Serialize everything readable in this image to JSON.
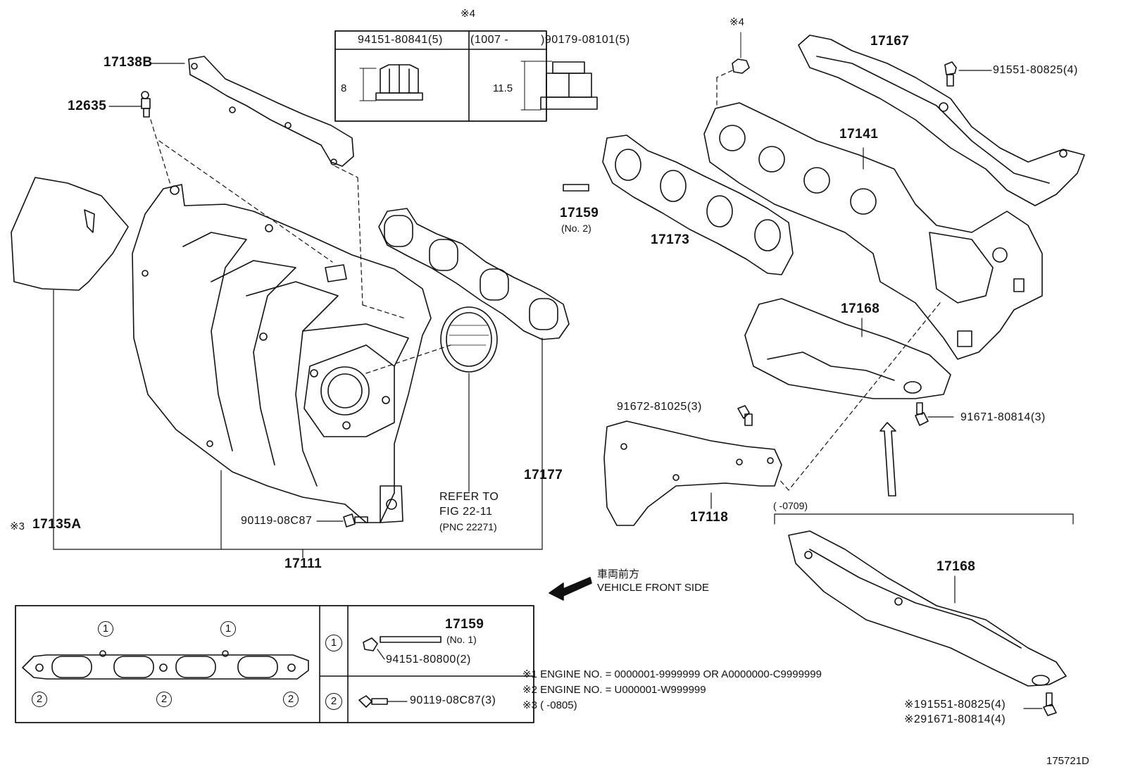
{
  "top_note_marker": "※4",
  "nut_table": {
    "col1_header": "94151-80841(5)",
    "col2_header_range": "(1007 -",
    "col2_header_part": ")90179-08101(5)",
    "dim1": "8",
    "dim2": "11.5"
  },
  "labels": {
    "p17138B": "17138B",
    "p12635": "12635",
    "p17135A_note": "※3",
    "p17135A": "17135A",
    "p17111": "17111",
    "p90119_08C87": "90119-08C87",
    "refer_line1": "REFER TO",
    "refer_line2": "FIG 22-11",
    "refer_line3": "(PNC 22271)",
    "p17177": "17177",
    "nut_marker": "※4",
    "p17167": "17167",
    "p91551_80825_4": "91551-80825(4)",
    "p17141": "17141",
    "p17159": "17159",
    "p17159_sub": "(No. 2)",
    "p17173": "17173",
    "p17168_a": "17168",
    "p91672_81025_3": "91672-81025(3)",
    "p91671_80814_3": "91671-80814(3)",
    "p17118": "17118",
    "date_range": "(     -0709)",
    "p17168_b": "17168",
    "front_jp": "車両前方",
    "front_en": "VEHICLE FRONT SIDE",
    "note1": "※1 ENGINE NO. = 0000001-9999999 OR A0000000-C9999999",
    "note2": "※2 ENGINE NO. = U000001-W999999",
    "note3": "※3 (        -0805)",
    "bolt_a": "※191551-80825(4)",
    "bolt_b": "※291671-80814(4)",
    "fig_id": "175721D"
  },
  "gasket_box": {
    "marker1": "1",
    "marker2": "2",
    "row1_part": "17159",
    "row1_sub": "(No. 1)",
    "row1_nut": "94151-80800(2)",
    "row2_bolt": "90119-08C87(3)"
  }
}
